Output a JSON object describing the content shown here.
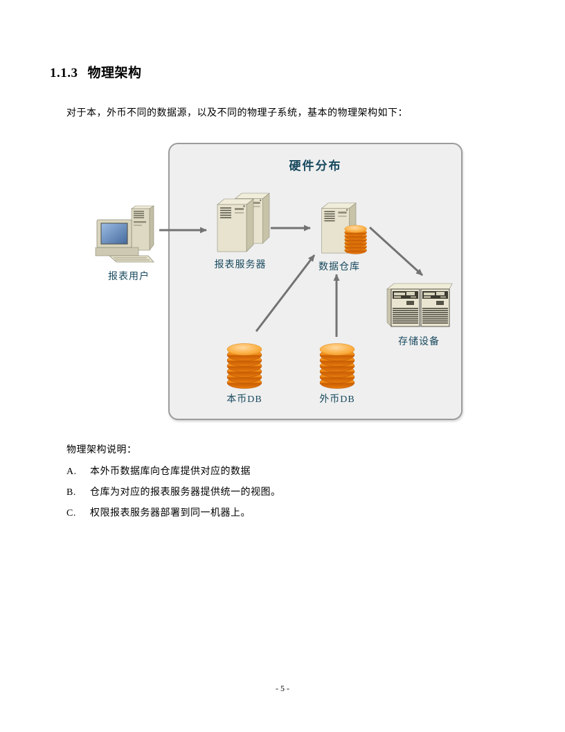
{
  "document": {
    "heading": {
      "number": "1.1.3",
      "title": "物理架构"
    },
    "intro": "对于本，外币不同的数据源，以及不同的物理子系统，基本的物理架构如下：",
    "notes": {
      "heading": "物理架构说明：",
      "items": [
        {
          "marker": "A.",
          "text": "本外币数据库向仓库提供对应的数据"
        },
        {
          "marker": "B.",
          "text": "仓库为对应的报表服务器提供统一的视图。"
        },
        {
          "marker": "C.",
          "text": "权限报表服务器部署到同一机器上。"
        }
      ]
    },
    "page_number": "- 5 -"
  },
  "diagram": {
    "title": "硬件分布",
    "nodes": [
      {
        "id": "report-user",
        "label": "报表用户",
        "icon": "desktop-computer-icon"
      },
      {
        "id": "report-server",
        "label": "报表服务器",
        "icon": "server-towers-icon"
      },
      {
        "id": "data-warehouse",
        "label": "数据仓库",
        "icon": "server-with-database-icon"
      },
      {
        "id": "storage",
        "label": "存储设备",
        "icon": "storage-array-icon"
      },
      {
        "id": "local-currency-db",
        "label": "本币DB",
        "icon": "database-cylinder-icon"
      },
      {
        "id": "foreign-currency-db",
        "label": "外币DB",
        "icon": "database-cylinder-icon"
      }
    ],
    "edges": [
      {
        "from": "report-user",
        "to": "report-server"
      },
      {
        "from": "report-server",
        "to": "data-warehouse"
      },
      {
        "from": "data-warehouse",
        "to": "storage"
      },
      {
        "from": "local-currency-db",
        "to": "data-warehouse"
      },
      {
        "from": "foreign-currency-db",
        "to": "data-warehouse"
      }
    ],
    "colors": {
      "title_text": "#17495e",
      "label_text": "#17495e",
      "arrow": "#737373",
      "panel_fill": "#efefef",
      "panel_border": "#9c9c9c",
      "database_orange": "#f08a12",
      "machine_beige": "#e7e3cf"
    }
  }
}
